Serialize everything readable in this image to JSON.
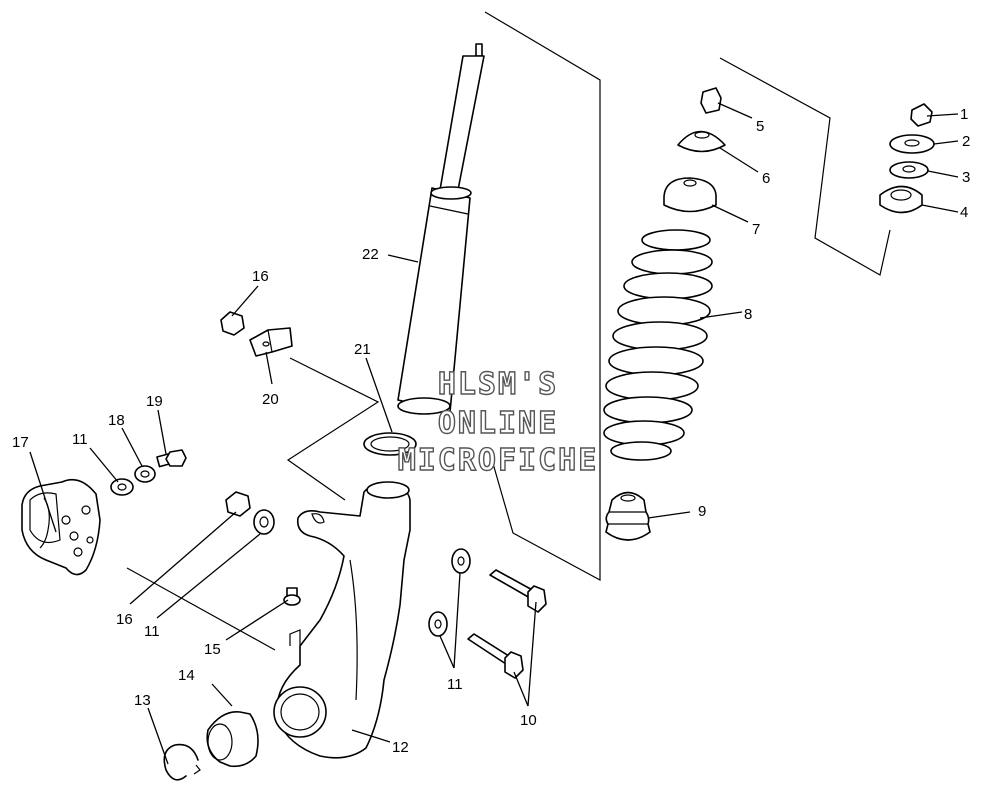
{
  "watermark": {
    "line1": "HLSM'S",
    "line2": "ONLINE",
    "line3": "MICROFICHE"
  },
  "callouts": {
    "c1": "1",
    "c2": "2",
    "c3": "3",
    "c4": "4",
    "c5": "5",
    "c6": "6",
    "c7": "7",
    "c8": "8",
    "c9": "9",
    "c10": "10",
    "c11a": "11",
    "c11b": "11",
    "c11c": "11",
    "c12": "12",
    "c13": "13",
    "c14": "14",
    "c15": "15",
    "c16a": "16",
    "c16b": "16",
    "c17": "17",
    "c18": "18",
    "c19": "19",
    "c20": "20",
    "c21": "21",
    "c22": "22"
  }
}
